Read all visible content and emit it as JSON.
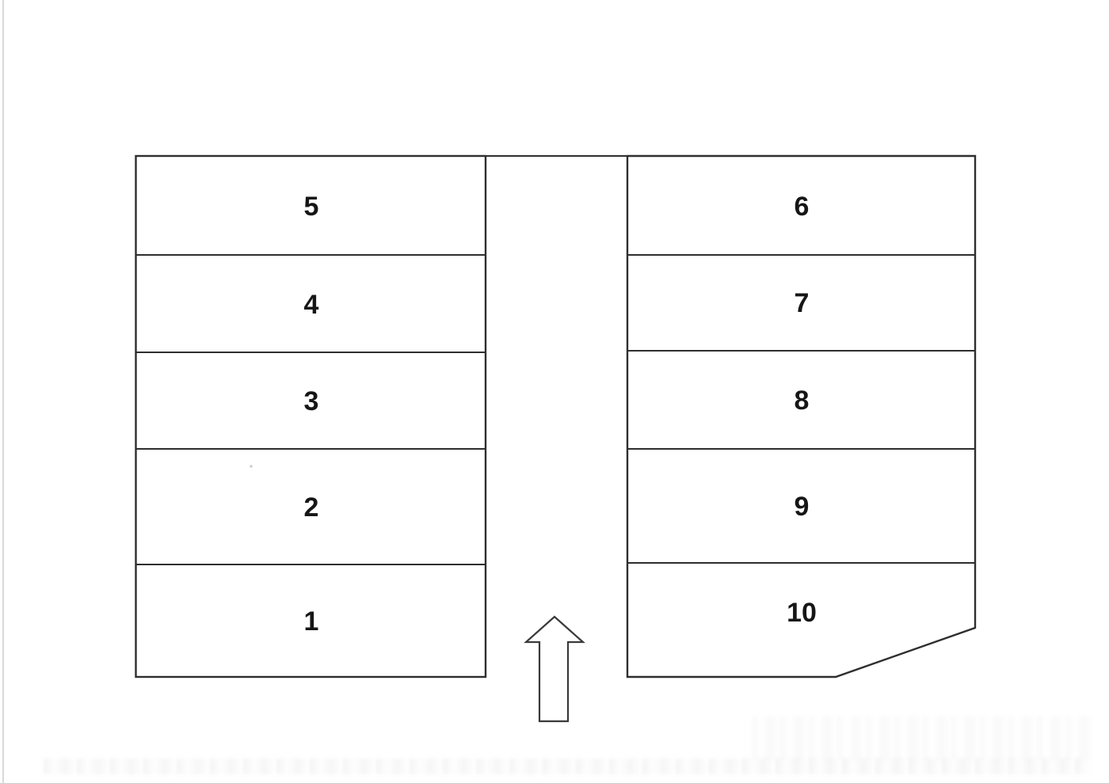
{
  "page": {
    "background_color": "#ffffff",
    "line_color": "#2e2e2e",
    "number_color": "#161616"
  },
  "diagram": {
    "stalls": {
      "left": [
        {
          "label": "5"
        },
        {
          "label": "4"
        },
        {
          "label": "3"
        },
        {
          "label": "2"
        },
        {
          "label": "1"
        }
      ],
      "right": [
        {
          "label": "6"
        },
        {
          "label": "7"
        },
        {
          "label": "8"
        },
        {
          "label": "9"
        },
        {
          "label": "10"
        }
      ]
    },
    "arrow": {
      "direction": "up"
    }
  }
}
